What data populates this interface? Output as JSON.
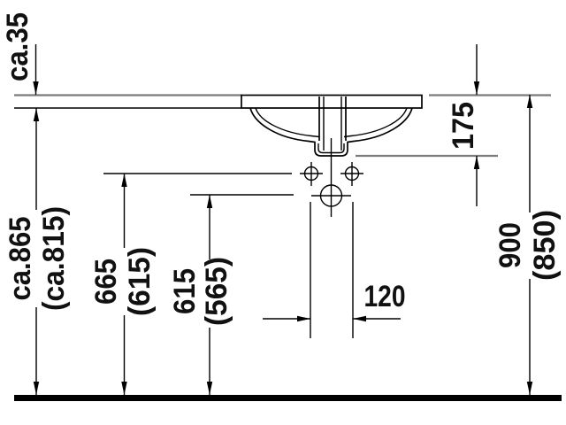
{
  "drawing": {
    "type": "technical-installation-drawing",
    "subject": "undercounter-washbasin-front-section",
    "colors": {
      "background": "#ffffff",
      "main_lines": "#000000",
      "auxiliary_lines": "#7b7b7b",
      "text": "#111111"
    },
    "dims": {
      "counter_thickness": {
        "label": "ca.35"
      },
      "counter_underside_height": {
        "label": "ca.865",
        "alt_label": "(ca.815)"
      },
      "faucet_holes_height": {
        "label": "665",
        "alt_label": "(615)"
      },
      "drain_height": {
        "label": "615",
        "alt_label": "(565)"
      },
      "rim_top_height": {
        "label": "900",
        "alt_label": "(850)"
      },
      "rim_to_outlet_depth": {
        "label": "175"
      },
      "faucet_hole_spacing": {
        "label": "120"
      }
    }
  }
}
